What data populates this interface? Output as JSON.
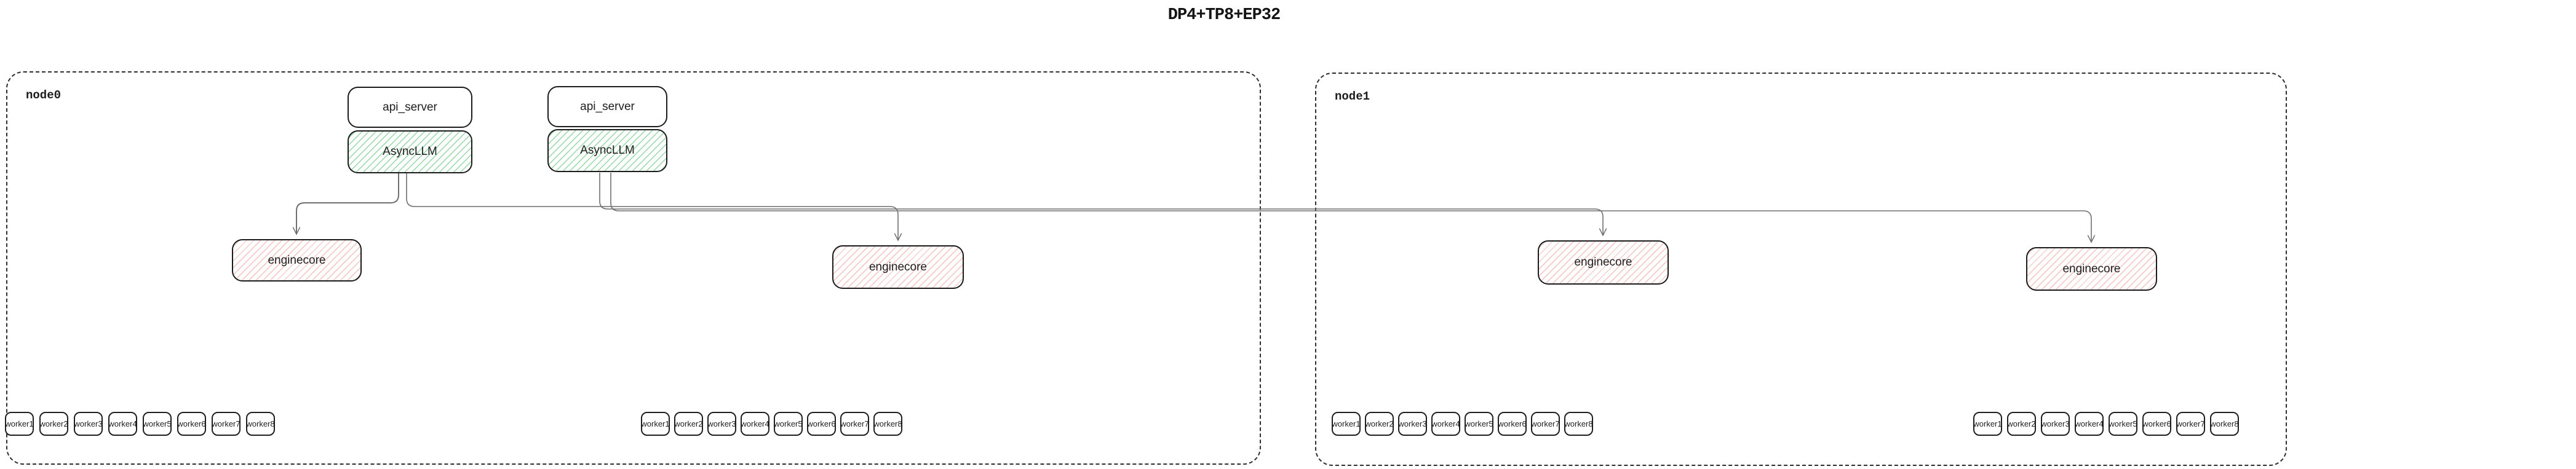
{
  "title": "DP4+TP8+EP32",
  "containers": [
    {
      "label": "node0"
    },
    {
      "label": "node1"
    }
  ],
  "labels": {
    "api_server": "api_server",
    "asyncllm": "AsyncLLM",
    "enginecore": "enginecore"
  },
  "worker_labels": [
    "worker1",
    "worker2",
    "worker3",
    "worker4",
    "worker5",
    "worker6",
    "worker7",
    "worker8"
  ],
  "edges": [
    {
      "from": "AsyncLLM-1 (node0)",
      "to": "enginecore-1 (node0)"
    },
    {
      "from": "AsyncLLM-1 (node0)",
      "to": "enginecore-2 (node0)"
    },
    {
      "from": "AsyncLLM-2 (node0)",
      "to": "enginecore-3 (node1)"
    },
    {
      "from": "AsyncLLM-2 (node0)",
      "to": "enginecore-4 (node1)"
    }
  ],
  "colors": {
    "asyncllm_hatch": "#82d092",
    "enginecore_hatch": "#f2a096",
    "box_border": "#1b1b1b",
    "node_border": "#2e2e2e",
    "edge": "#6f6f6f",
    "background": "#ffffff"
  }
}
